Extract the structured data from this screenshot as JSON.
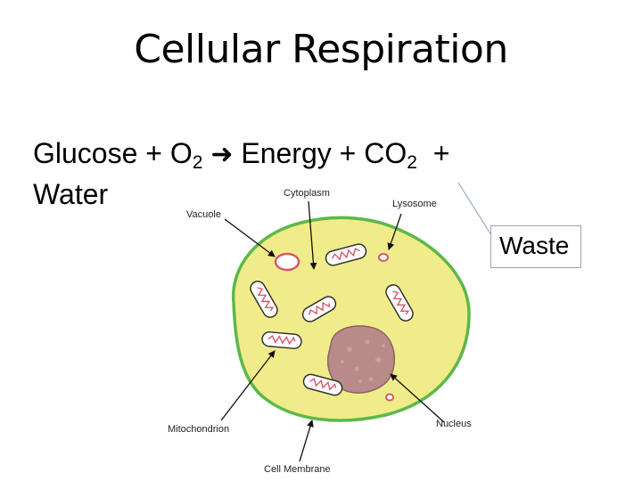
{
  "slide": {
    "title": "Cellular Respiration"
  },
  "equation": {
    "glucose": "Glucose + O",
    "sub1": "2",
    "energy": "Energy + CO",
    "sub2": "2",
    "plus": "+",
    "water": "Water",
    "callout": "Waste"
  },
  "diagram": {
    "labels": {
      "cytoplasm": "Cytoplasm",
      "lysosome": "Lysosome",
      "vacuole": "Vacuole",
      "mitochondrion": "Mitochondrion",
      "nucleus": "Nucleus",
      "cell_membrane": "Cell Membrane"
    },
    "colors": {
      "cytoplasm": "#f1ec8a",
      "membrane": "#5cb84a",
      "nucleus": "#b98a8a",
      "organelle": "#d6576b"
    }
  }
}
